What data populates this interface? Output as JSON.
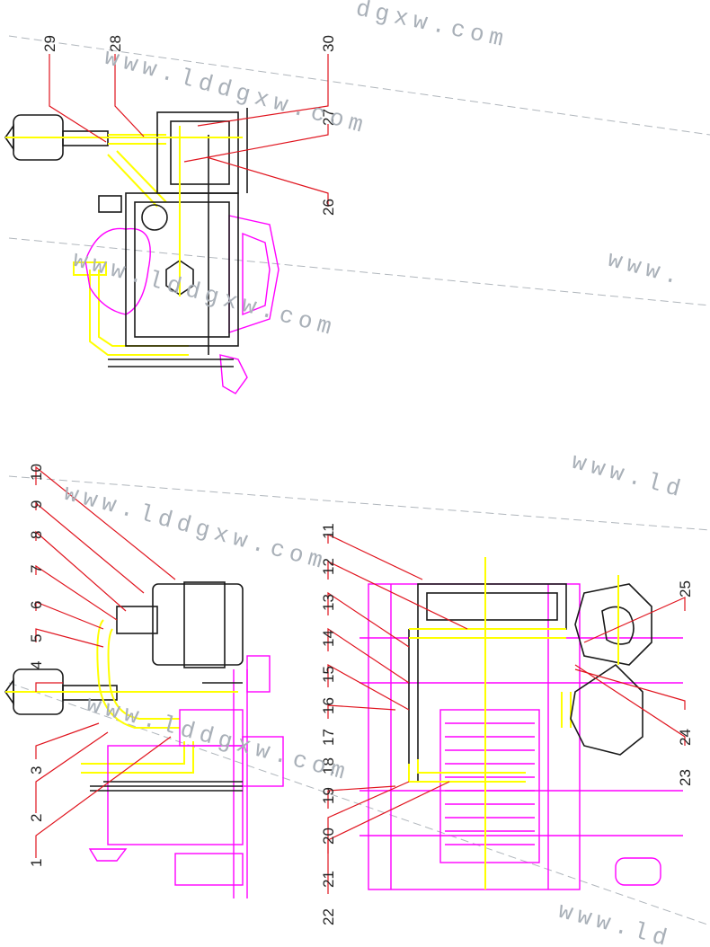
{
  "callouts": [
    {
      "id": "c1",
      "label": "1"
    },
    {
      "id": "c2",
      "label": "2"
    },
    {
      "id": "c3",
      "label": "3"
    },
    {
      "id": "c4",
      "label": "4"
    },
    {
      "id": "c5",
      "label": "5"
    },
    {
      "id": "c6",
      "label": "6"
    },
    {
      "id": "c7",
      "label": "7"
    },
    {
      "id": "c8",
      "label": "8"
    },
    {
      "id": "c9",
      "label": "9"
    },
    {
      "id": "c10",
      "label": "10"
    },
    {
      "id": "c11",
      "label": "11"
    },
    {
      "id": "c12",
      "label": "12"
    },
    {
      "id": "c13",
      "label": "13"
    },
    {
      "id": "c14",
      "label": "14"
    },
    {
      "id": "c15",
      "label": "15"
    },
    {
      "id": "c16",
      "label": "16"
    },
    {
      "id": "c17",
      "label": "17"
    },
    {
      "id": "c18",
      "label": "18"
    },
    {
      "id": "c19",
      "label": "19"
    },
    {
      "id": "c20",
      "label": "20"
    },
    {
      "id": "c21",
      "label": "21"
    },
    {
      "id": "c22",
      "label": "22"
    },
    {
      "id": "c23",
      "label": "23"
    },
    {
      "id": "c24",
      "label": "24"
    },
    {
      "id": "c25",
      "label": "25"
    },
    {
      "id": "c26",
      "label": "26"
    },
    {
      "id": "c27",
      "label": "27"
    },
    {
      "id": "c28",
      "label": "28"
    },
    {
      "id": "c29",
      "label": "29"
    },
    {
      "id": "c30",
      "label": "30"
    }
  ],
  "watermark": {
    "url_text": "www.lddgxw.com",
    "fragments": [
      "dgxw.com",
      "www.",
      "www.ld",
      "www.ld"
    ]
  },
  "colors": {
    "background": "#ffffff",
    "engine_outline": "#ff00ff",
    "pipework": "#ffff00",
    "frame": "#1a1a1a",
    "leader_lines": "#e0141e",
    "watermark": "#a9b0b8"
  }
}
